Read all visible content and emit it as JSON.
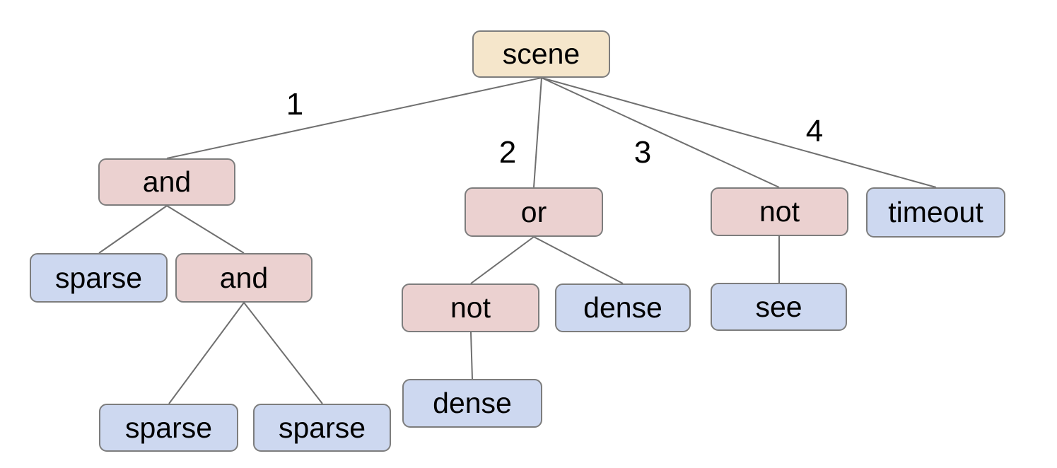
{
  "diagram": {
    "type": "tree",
    "background": "#ffffff",
    "colors": {
      "root_fill": "#f5e6cb",
      "operator_fill": "#ebd1d0",
      "leaf_fill": "#cdd8f0",
      "node_border": "#7d7d7d",
      "edge_line": "#6f6f6f",
      "text": "#000000"
    },
    "nodes": [
      {
        "id": "scene",
        "label": "scene",
        "kind": "root",
        "parent": null
      },
      {
        "id": "and-1",
        "label": "and",
        "kind": "operator",
        "parent": "scene"
      },
      {
        "id": "or-1",
        "label": "or",
        "kind": "operator",
        "parent": "scene"
      },
      {
        "id": "not-1",
        "label": "not",
        "kind": "operator",
        "parent": "scene"
      },
      {
        "id": "timeout-1",
        "label": "timeout",
        "kind": "leaf",
        "parent": "scene"
      },
      {
        "id": "sparse-1",
        "label": "sparse",
        "kind": "leaf",
        "parent": "and-1"
      },
      {
        "id": "and-2",
        "label": "and",
        "kind": "operator",
        "parent": "and-1"
      },
      {
        "id": "not-2",
        "label": "not",
        "kind": "operator",
        "parent": "or-1"
      },
      {
        "id": "dense-1",
        "label": "dense",
        "kind": "leaf",
        "parent": "or-1"
      },
      {
        "id": "see-1",
        "label": "see",
        "kind": "leaf",
        "parent": "not-1"
      },
      {
        "id": "sparse-2",
        "label": "sparse",
        "kind": "leaf",
        "parent": "and-2"
      },
      {
        "id": "sparse-3",
        "label": "sparse",
        "kind": "leaf",
        "parent": "and-2"
      },
      {
        "id": "dense-2",
        "label": "dense",
        "kind": "leaf",
        "parent": "not-2"
      }
    ],
    "edge_labels": [
      {
        "label": "1",
        "edge": "scene-and"
      },
      {
        "label": "2",
        "edge": "scene-or"
      },
      {
        "label": "3",
        "edge": "scene-not"
      },
      {
        "label": "4",
        "edge": "scene-timeout"
      }
    ]
  }
}
